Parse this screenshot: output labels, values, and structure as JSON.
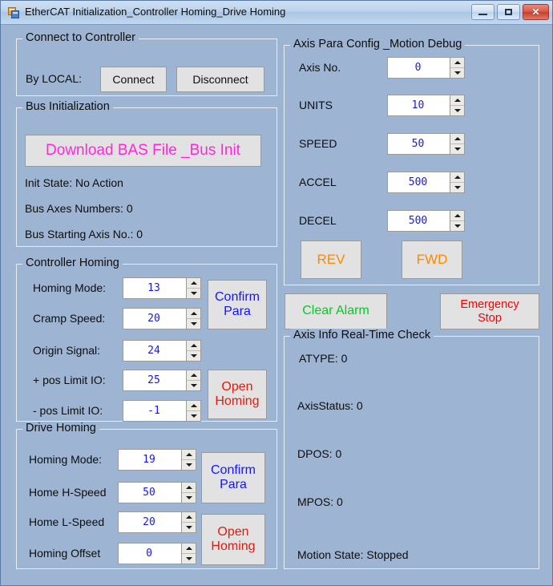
{
  "window": {
    "title": "EtherCAT Initialization_Controller Homing_Drive Homing",
    "icon": "form-icon",
    "minimize_label": "Minimize",
    "maximize_label": "Maximize",
    "close_label": "Close",
    "background_color": "#9db4d2"
  },
  "connect_group": {
    "legend": "Connect to Controller",
    "mode_label": "By LOCAL:",
    "connect_button": "Connect",
    "disconnect_button": "Disconnect"
  },
  "bus_init_group": {
    "legend": "Bus Initialization",
    "download_button": "Download BAS File _Bus Init",
    "download_button_color": "#ff28d8",
    "init_state": "Init State: No Action",
    "bus_axes_numbers": "Bus Axes Numbers: 0",
    "bus_starting_axis": "Bus Starting Axis No.: 0"
  },
  "controller_homing_group": {
    "legend": "Controller Homing",
    "fields": [
      {
        "label": "Homing Mode:",
        "value": "13"
      },
      {
        "label": "Cramp Speed:",
        "value": "20"
      },
      {
        "label": "Origin Signal:",
        "value": "24"
      },
      {
        "label": "+ pos Limit IO:",
        "value": "25"
      },
      {
        "label": "- pos Limit IO:",
        "value": "-1"
      }
    ],
    "confirm_button": "Confirm\nPara",
    "confirm_button_line1": "Confirm",
    "confirm_button_line2": "Para",
    "open_homing_line1": "Open",
    "open_homing_line2": "Homing"
  },
  "drive_homing_group": {
    "legend": "Drive Homing",
    "fields": [
      {
        "label": "Homing Mode:",
        "value": "19"
      },
      {
        "label": "Home H-Speed",
        "value": "50"
      },
      {
        "label": "Home L-Speed",
        "value": "20"
      },
      {
        "label": "Homing Offset",
        "value": "0"
      }
    ],
    "confirm_button_line1": "Confirm",
    "confirm_button_line2": "Para",
    "open_homing_line1": "Open",
    "open_homing_line2": "Homing"
  },
  "axis_para_group": {
    "legend": "Axis Para Config _Motion Debug",
    "fields": [
      {
        "label": "Axis No.",
        "value": "0"
      },
      {
        "label": "UNITS",
        "value": "10"
      },
      {
        "label": "SPEED",
        "value": "50"
      },
      {
        "label": "ACCEL",
        "value": "500"
      },
      {
        "label": "DECEL",
        "value": "500"
      }
    ],
    "rev_button": "REV",
    "fwd_button": "FWD",
    "jog_button_color": "#ff8800"
  },
  "alarm_controls": {
    "clear_alarm_button": "Clear Alarm",
    "clear_alarm_color": "#00cc22",
    "emergency_stop_line1": "Emergency",
    "emergency_stop_line2": "Stop",
    "emergency_stop_color": "#ff0000"
  },
  "axis_info_group": {
    "legend": "Axis Info Real-Time Check",
    "rows": [
      "ATYPE: 0",
      "AxisStatus: 0",
      "DPOS: 0",
      "MPOS: 0",
      "Motion State: Stopped"
    ]
  }
}
